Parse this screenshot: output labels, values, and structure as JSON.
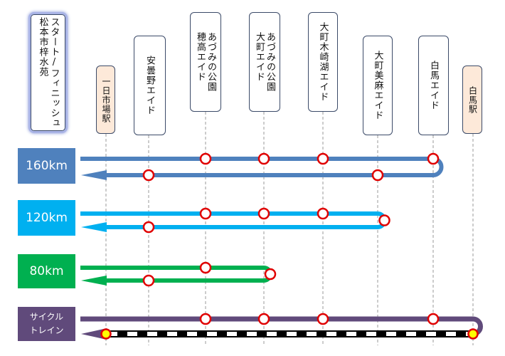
{
  "colors": {
    "c160": "#4f81bd",
    "c120": "#00b0f0",
    "c80": "#00b050",
    "cycle": "#604a7b",
    "aid_stroke": "#e00000",
    "station_stroke": "#e00000",
    "station_fill": "#ffff00",
    "dashed_line": "#000000",
    "guide_line": "#999999",
    "station_bg": "#fde9d9",
    "box_border": "#3b4a68"
  },
  "locations": [
    {
      "key": "start",
      "label": "スタート/フィニッシュ\n松本市梓水苑",
      "type": "start"
    },
    {
      "key": "ichinichi",
      "label": "一日市場駅",
      "type": "station"
    },
    {
      "key": "azumino",
      "label": "安曇野エイド",
      "type": "aid"
    },
    {
      "key": "hotaka",
      "label": "あづみの公園\n穂高エイド",
      "type": "aid"
    },
    {
      "key": "omachi",
      "label": "あづみの公園\n大町エイド",
      "type": "aid"
    },
    {
      "key": "kizaki",
      "label": "大町木崎湖エイド",
      "type": "aid"
    },
    {
      "key": "omachi_bima",
      "label": "大町美麻エイド",
      "type": "aid"
    },
    {
      "key": "hakuba_aid",
      "label": "白馬エイド",
      "type": "aid"
    },
    {
      "key": "hakuba_st",
      "label": "白馬駅",
      "type": "station"
    }
  ],
  "courses": [
    {
      "key": "c160",
      "label": "160km",
      "color_key": "c160",
      "outbound_aids": [
        "hotaka",
        "omachi",
        "kizaki",
        "hakuba_aid"
      ],
      "turnaround": "hakuba_aid",
      "turn_marker": false,
      "return_aids": [
        "omachi_bima",
        "azumino"
      ],
      "return_end": "ichinichi",
      "return_mode": "solid"
    },
    {
      "key": "c120",
      "label": "120km",
      "color_key": "c120",
      "outbound_aids": [
        "hotaka",
        "omachi",
        "kizaki"
      ],
      "turnaround": "omachi_bima",
      "turn_marker": true,
      "return_aids": [
        "azumino"
      ],
      "return_end": "ichinichi",
      "return_mode": "solid"
    },
    {
      "key": "c80",
      "label": "80km",
      "color_key": "c80",
      "outbound_aids": [
        "hotaka"
      ],
      "turnaround": "omachi",
      "turn_marker": true,
      "return_aids": [
        "azumino"
      ],
      "return_end": "ichinichi",
      "return_mode": "solid"
    },
    {
      "key": "cycle",
      "label": "サイクル\nトレイン",
      "color_key": "cycle",
      "outbound_aids": [
        "hotaka",
        "omachi",
        "kizaki",
        "hakuba_aid"
      ],
      "turnaround": "hakuba_st",
      "turn_marker": false,
      "return_aids": [],
      "return_end": "ichinichi",
      "return_mode": "train",
      "station_markers": [
        "hakuba_st",
        "ichinichi"
      ]
    }
  ]
}
